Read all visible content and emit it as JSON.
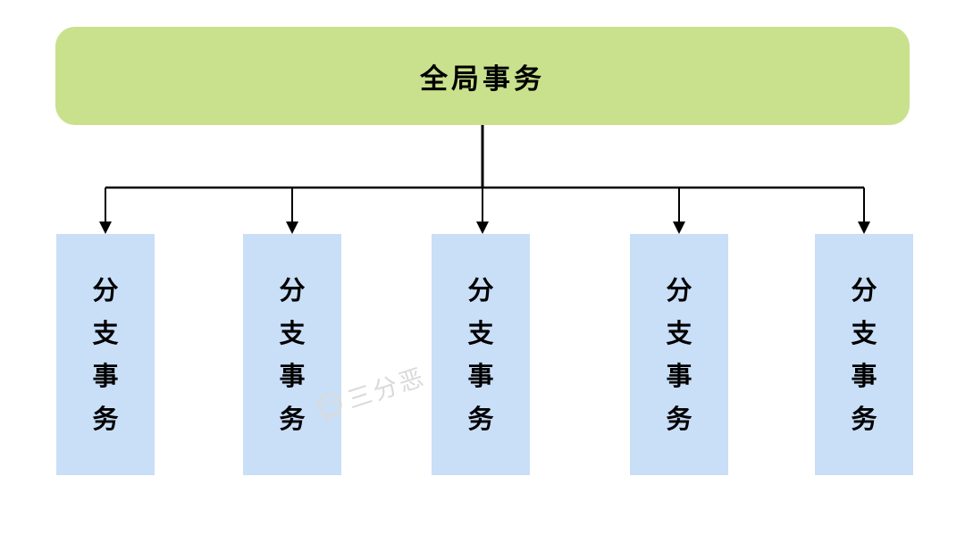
{
  "diagram": {
    "type": "org-tree",
    "root": {
      "label": "全局事务"
    },
    "branches": [
      {
        "label": "分支事务"
      },
      {
        "label": "分支事务"
      },
      {
        "label": "分支事务"
      },
      {
        "label": "分支事务"
      },
      {
        "label": "分支事务"
      }
    ],
    "watermark": {
      "text": "三分恶",
      "icon": "chat-face-icon"
    },
    "colors": {
      "root_fill": "#c9e18c",
      "branch_fill": "#c9def7",
      "connector": "#000000",
      "watermark": "#dadada",
      "background": "#ffffff"
    }
  }
}
